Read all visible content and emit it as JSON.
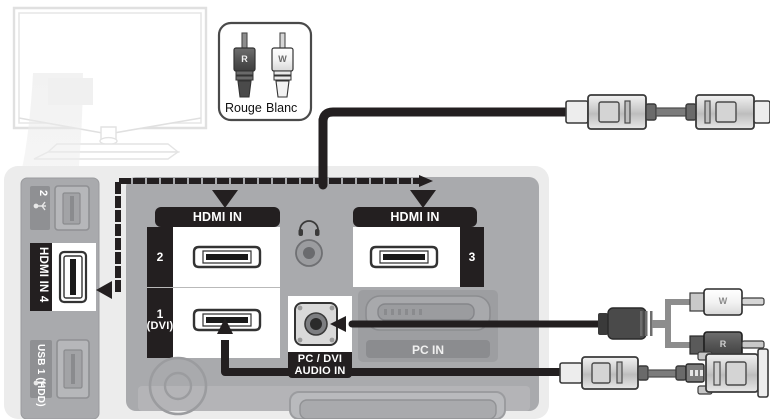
{
  "diagram": {
    "title": "TV rear/side panel connection diagram",
    "language": "fr"
  },
  "legend_box": {
    "left_plug": {
      "letter": "R",
      "label": "Rouge",
      "color": "#5a5a5a"
    },
    "right_plug": {
      "letter": "W",
      "label": "Blanc",
      "color": "#ffffff"
    }
  },
  "side_panel": {
    "ports": [
      {
        "name": "usb-2",
        "label": "2",
        "icon": "usb-icon",
        "type": "usb"
      },
      {
        "name": "hdmi-in-4",
        "label": "HDMI IN 4",
        "type": "hdmi",
        "highlighted": true
      },
      {
        "name": "usb-1-hdd",
        "label": "USB 1 (HDD)",
        "icon": "usb-icon",
        "type": "usb"
      }
    ]
  },
  "rear_panel": {
    "hdmi_group_left": {
      "header": "HDMI IN",
      "ports": [
        {
          "number": "2",
          "sub": ""
        },
        {
          "number": "1",
          "sub": "(DVI)"
        }
      ]
    },
    "hdmi_group_right": {
      "header": "HDMI IN",
      "ports": [
        {
          "number": "3",
          "sub": ""
        }
      ]
    },
    "headphone_jack": {
      "icon": "headphone-icon",
      "label": ""
    },
    "audio_in": {
      "label_line1": "PC / DVI",
      "label_line2": "AUDIO IN"
    },
    "pc_in": {
      "label": "PC IN"
    }
  },
  "cables": [
    {
      "name": "hdmi-cable",
      "type": "hdmi",
      "connectors": 2
    },
    {
      "name": "audio-rca-cable",
      "type": "mini-jack-to-rca",
      "rca": [
        {
          "letter": "W",
          "color": "#ffffff"
        },
        {
          "letter": "R",
          "color": "#3a3a3a"
        }
      ]
    },
    {
      "name": "vga-cable",
      "type": "d-sub",
      "connectors": 2
    }
  ],
  "colors": {
    "panel_bg": "#ececec",
    "panel_face": "#a9aaad",
    "port_black": "#231f20",
    "port_white": "#ffffff",
    "cable_black": "#1a1a1a",
    "tv_outline": "#e2e2e2"
  }
}
